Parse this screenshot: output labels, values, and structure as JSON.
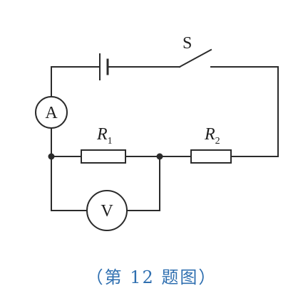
{
  "labels": {
    "switch": "S",
    "ammeter": "A",
    "voltmeter": "V",
    "resistor1": {
      "symbol": "R",
      "subscript": "1"
    },
    "resistor2": {
      "symbol": "R",
      "subscript": "2"
    }
  },
  "caption": "（第 12 题图）",
  "colors": {
    "line": "#2b2b2b",
    "caption": "#2f6fb0"
  }
}
